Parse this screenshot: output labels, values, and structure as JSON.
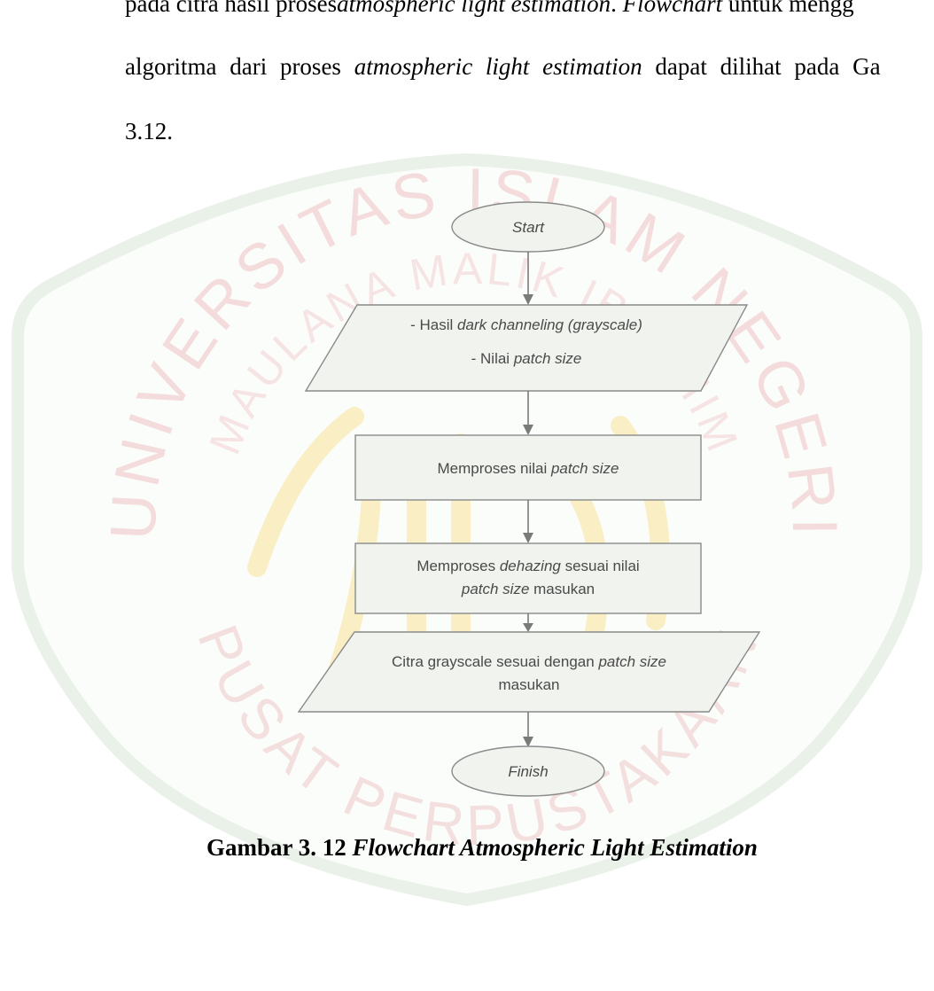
{
  "paragraph": {
    "line1": {
      "pre": "pada citra hasil proses",
      "em1": "atmospheric light estimation",
      "mid": ". ",
      "em2": "Flowchart",
      "post": " untuk mengg"
    },
    "line2": {
      "pre": "algoritma dari proses ",
      "em": "atmospheric light estimation",
      "post": " dapat dilihat pada Ga"
    },
    "line3": "3.12."
  },
  "flowchart": {
    "start": "Start",
    "input": {
      "line1_pre": "- Hasil ",
      "line1_em": "dark channeling (grayscale)",
      "line2_pre": "- Nilai ",
      "line2_em": "patch size"
    },
    "process1": {
      "pre": "Memproses nilai ",
      "em": "patch size"
    },
    "process2": {
      "line1_pre": "Memproses ",
      "line1_em": "dehazing",
      "line1_post": " sesuai nilai",
      "line2_em": "patch size",
      "line2_post": " masukan"
    },
    "output": {
      "line1_pre": "Citra grayscale sesuai dengan ",
      "line1_em": "patch size",
      "line2": "masukan"
    },
    "finish": "Finish"
  },
  "caption": {
    "label": "Gambar 3. 12 ",
    "title": "Flowchart Atmospheric Light Estimation"
  },
  "watermark": {
    "top_arc": "UNIVERSITAS ISLAM NEGERI",
    "mid_arc": "MAULANA MALIK IBRAHIM",
    "bottom_arc": "PUSAT PERPUSTAKAAN",
    "colors": {
      "red": "#f7dede",
      "green": "#e2efe2",
      "yellow": "#fbf1c8"
    }
  }
}
